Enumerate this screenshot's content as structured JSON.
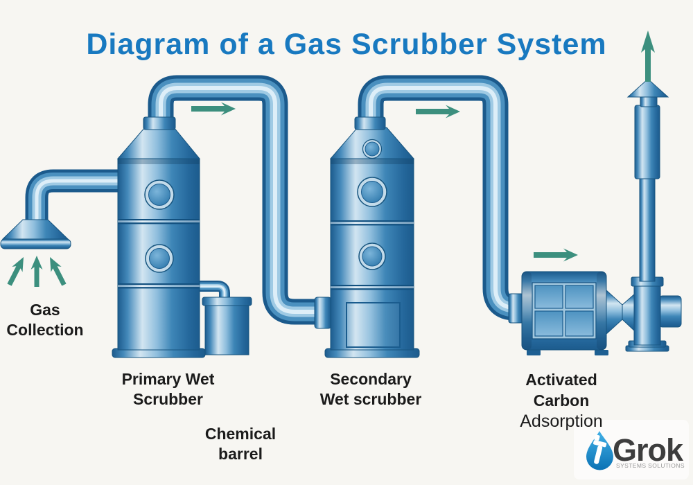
{
  "title": "Diagram of a Gas Scrubber System",
  "labels": {
    "gas_collection": {
      "line1": "Gas",
      "line2": "Collection"
    },
    "primary_scrubber": {
      "line1": "Primary Wet",
      "line2": "Scrubber"
    },
    "chemical_barrel": {
      "line1": "Chemical",
      "line2": "barrel"
    },
    "secondary_scrubber": {
      "line1": "Secondary",
      "line2": "Wet scrubber"
    },
    "carbon_adsorption": {
      "line1": "Activated",
      "line2": "Carbon",
      "line3": "Adsorption"
    }
  },
  "logo": {
    "wordmark": "Grok",
    "tagline": "SYSTEMS SOLUTIONS"
  },
  "diagram": {
    "components": [
      "gas-collection-hood",
      "primary-wet-scrubber",
      "chemical-barrel",
      "secondary-wet-scrubber",
      "activated-carbon-adsorption-unit",
      "exhaust-stack"
    ],
    "flow_order": [
      "gas-collection-hood",
      "primary-wet-scrubber",
      "secondary-wet-scrubber",
      "activated-carbon-adsorption-unit",
      "exhaust-stack"
    ],
    "arrow_icons": [
      "up-arrow-into-hood-left",
      "up-arrow-into-hood-center",
      "up-arrow-into-hood-right",
      "right-arrow-primary-to-secondary",
      "right-arrow-secondary-outlet",
      "right-arrow-into-carbon-unit",
      "up-arrow-stack-exhaust"
    ]
  },
  "colors": {
    "background": "#f7f6f2",
    "title": "#1879c0",
    "label": "#1b1b1b",
    "arrow": "#3c8f7e",
    "metal_dark": "#1c5b8d",
    "metal_highlight": "#d2e5f1",
    "logo_drop": "#1d95d4",
    "logo_text": "#3d3d3d",
    "logo_tagline": "#999999"
  }
}
